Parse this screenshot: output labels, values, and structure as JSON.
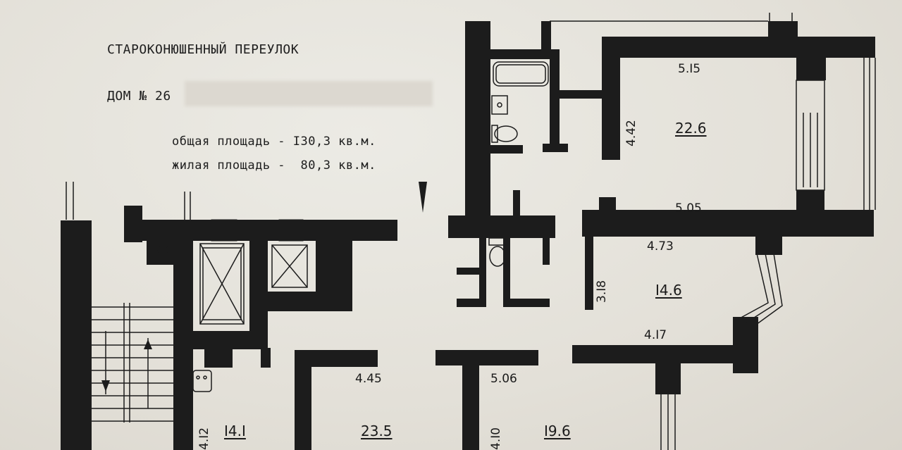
{
  "header": {
    "street": "СТАРОКОНЮШЕННЫЙ ПЕРЕУЛОК",
    "house": "ДОМ № 26"
  },
  "areas": {
    "total": "общая площадь - I30,3 кв.м.",
    "living": "жилая площадь -  80,3 кв.м."
  },
  "dimensions": {
    "d_515": "5.I5",
    "d_442": "4.42",
    "d_505": "5.05",
    "d_473": "4.73",
    "d_318": "3.I8",
    "d_417": "4.I7",
    "d_445": "4.45",
    "d_506": "5.06",
    "d_412": "4.I2",
    "d_410": "4.I0"
  },
  "rooms": {
    "r_226": "22.6",
    "r_146": "I4.6",
    "r_141": "I4.I",
    "r_235": "23.5",
    "r_196": "I9.6"
  },
  "colors": {
    "paper": "#e6e3dc",
    "ink": "#1c1c1c"
  }
}
